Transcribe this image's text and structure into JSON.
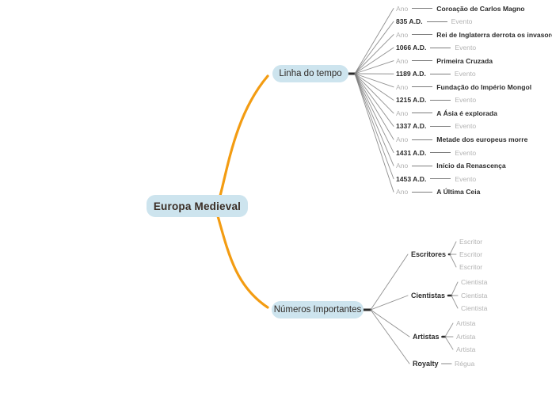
{
  "document": {
    "title": "Europa Medieval",
    "background": "#ffffff",
    "node_fill": "#cde4ee",
    "branch_color": "#F39C12",
    "line_color": "#7d7d7d",
    "text_dark": "#2b2b2b",
    "text_muted": "#b3b3b3"
  },
  "root": {
    "label": "Europa Medieval"
  },
  "branches": [
    {
      "id": "timeline",
      "label": "Linha do tempo"
    },
    {
      "id": "people",
      "label": "Números Importantes"
    }
  ],
  "timeline": {
    "label": "Linha do tempo",
    "rows": [
      {
        "label": "Ano",
        "label_tone": "muted",
        "value": "Coroação de Carlos Magno",
        "value_tone": "dark"
      },
      {
        "label": "835 A.D.",
        "label_tone": "dark",
        "value": "Evento",
        "value_tone": "muted"
      },
      {
        "label": "Ano",
        "label_tone": "muted",
        "value": "Rei de Inglaterra derrota os invasores",
        "value_tone": "dark"
      },
      {
        "label": "1066 A.D.",
        "label_tone": "dark",
        "value": "Evento",
        "value_tone": "muted"
      },
      {
        "label": "Ano",
        "label_tone": "muted",
        "value": "Primeira Cruzada",
        "value_tone": "dark"
      },
      {
        "label": "1189 A.D.",
        "label_tone": "dark",
        "value": "Evento",
        "value_tone": "muted"
      },
      {
        "label": "Ano",
        "label_tone": "muted",
        "value": "Fundação do Império Mongol",
        "value_tone": "dark"
      },
      {
        "label": "1215 A.D.",
        "label_tone": "dark",
        "value": "Evento",
        "value_tone": "muted"
      },
      {
        "label": "Ano",
        "label_tone": "muted",
        "value": "A Ásia é explorada",
        "value_tone": "dark"
      },
      {
        "label": "1337 A.D.",
        "label_tone": "dark",
        "value": "Evento",
        "value_tone": "muted"
      },
      {
        "label": "Ano",
        "label_tone": "muted",
        "value": "Metade dos europeus morre",
        "value_tone": "dark"
      },
      {
        "label": "1431 A.D.",
        "label_tone": "dark",
        "value": "Evento",
        "value_tone": "muted"
      },
      {
        "label": "Ano",
        "label_tone": "muted",
        "value": "Início da Renascença",
        "value_tone": "dark"
      },
      {
        "label": "1453 A.D.",
        "label_tone": "dark",
        "value": "Evento",
        "value_tone": "muted"
      },
      {
        "label": "Ano",
        "label_tone": "muted",
        "value": "A Última Ceia",
        "value_tone": "dark"
      }
    ]
  },
  "people": {
    "label": "Números Importantes",
    "groups": [
      {
        "label": "Escritores",
        "children": [
          "Escritor",
          "Escritor",
          "Escritor"
        ]
      },
      {
        "label": "Cientistas",
        "children": [
          "Cientista",
          "Cientista",
          "Cientista"
        ]
      },
      {
        "label": "Artistas",
        "children": [
          "Artista",
          "Artista",
          "Artista"
        ]
      },
      {
        "label": "Royalty",
        "children": [
          "Régua"
        ]
      }
    ]
  }
}
